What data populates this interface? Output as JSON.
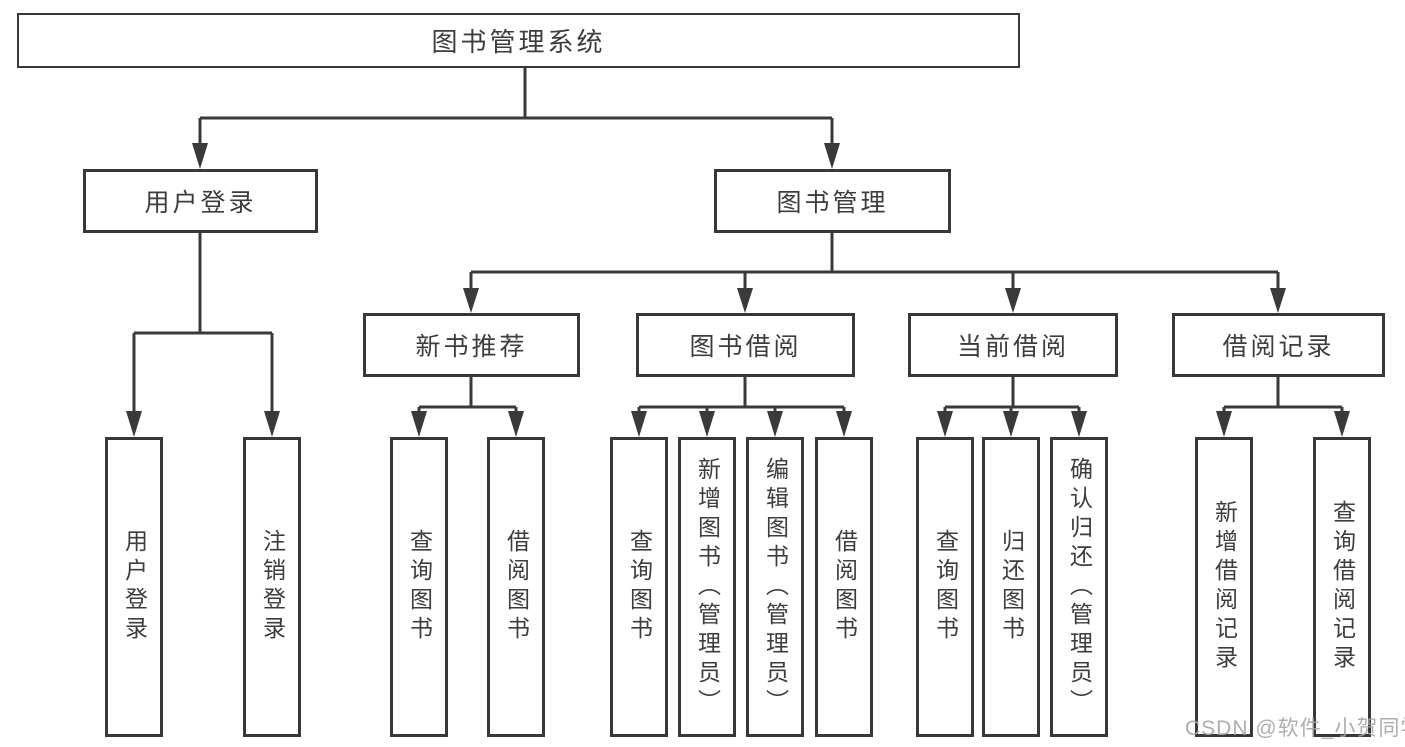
{
  "tree": {
    "root": "图书管理系统",
    "user_login": {
      "label": "用户登录",
      "children": [
        "用户登录",
        "注销登录"
      ]
    },
    "book_mgmt": {
      "label": "图书管理"
    },
    "new_book_rec": {
      "label": "新书推荐",
      "children": [
        "查询图书",
        "借阅图书"
      ]
    },
    "book_borrow": {
      "label": "图书借阅",
      "children": [
        "查询图书",
        "新增图书（管理员）",
        "编辑图书（管理员）",
        "借阅图书"
      ]
    },
    "current_borrow": {
      "label": "当前借阅",
      "children": [
        "查询图书",
        "归还图书",
        "确认归还（管理员）"
      ]
    },
    "borrow_record": {
      "label": "借阅记录",
      "children": [
        "新增借阅记录",
        "查询借阅记录"
      ]
    },
    "watermark": "CSDN @软件_小贺同学"
  },
  "colors": {
    "line": "#3a3a3a",
    "box_border": "#383838",
    "text": "#3d3d3d",
    "watermark": "#a5a5a5",
    "background": "#ffffff"
  }
}
